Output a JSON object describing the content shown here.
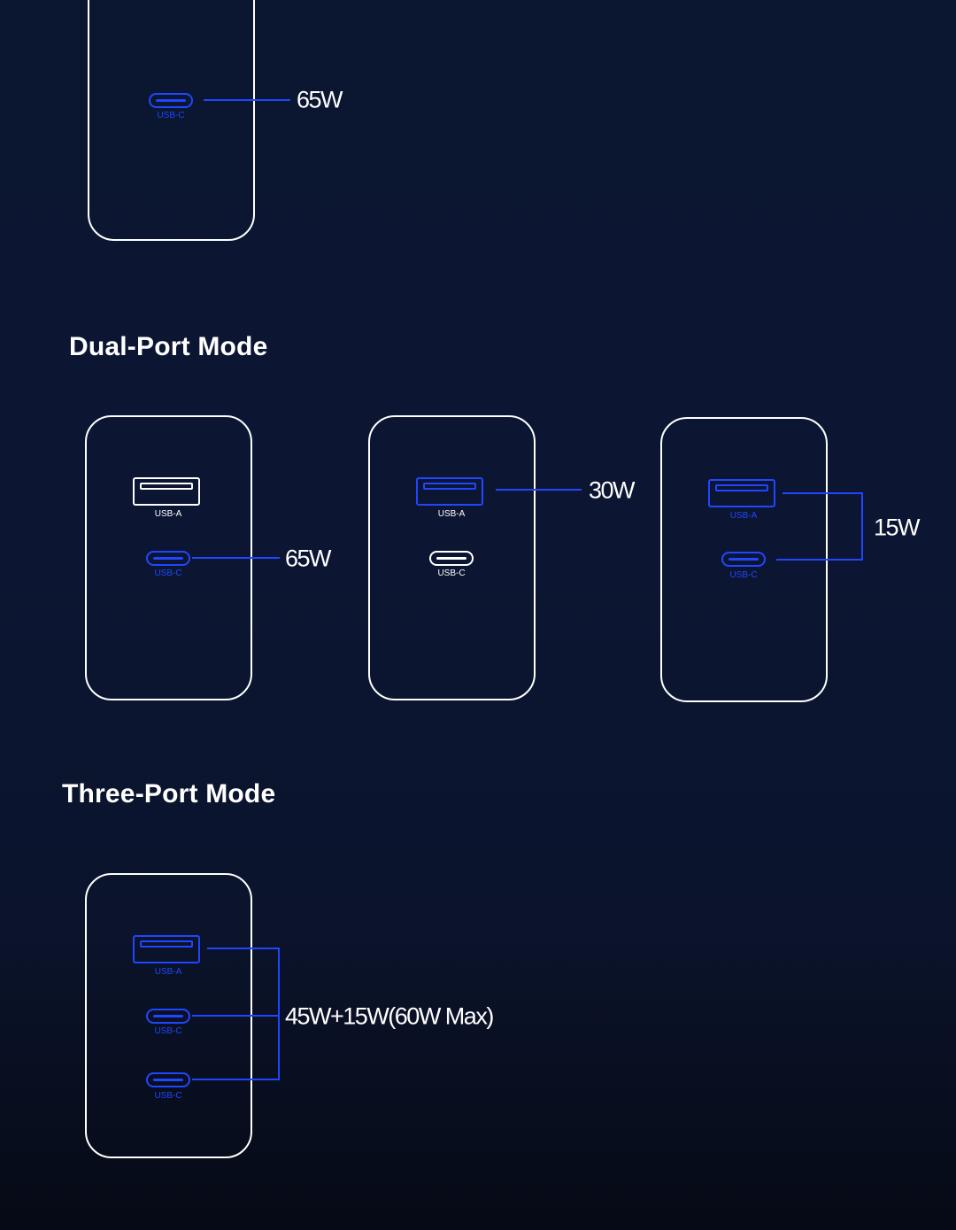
{
  "single_port": {
    "port_label": "USB-C",
    "watt": "65W"
  },
  "dual_port": {
    "title": "Dual-Port Mode",
    "configs": [
      {
        "usb_a_label": "USB-A",
        "usb_c_label": "USB-C",
        "watt": "65W",
        "active": "USB-C"
      },
      {
        "usb_a_label": "USB-A",
        "usb_c_label": "USB-C",
        "watt": "30W",
        "active": "USB-A"
      },
      {
        "usb_a_label": "USB-A",
        "usb_c_label": "USB-C",
        "watt": "15W",
        "active": "USB-A+USB-C"
      }
    ]
  },
  "three_port": {
    "title": "Three-Port Mode",
    "ports": [
      "USB-A",
      "USB-C",
      "USB-C"
    ],
    "watt": "45W+15W(60W Max)"
  },
  "colors": {
    "accent": "#2146ff",
    "background": "#0b1630"
  }
}
